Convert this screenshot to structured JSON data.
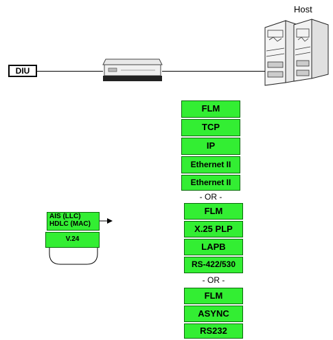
{
  "host": {
    "label": "Host"
  },
  "diu": {
    "label": "DIU"
  },
  "stack1": [
    "FLM",
    "TCP",
    "IP",
    "Ethernet II",
    "Ethernet II"
  ],
  "or_label": "- OR -",
  "stack2": [
    "FLM",
    "X.25 PLP",
    "LAPB",
    "RS-422/530"
  ],
  "stack3": [
    "FLM",
    "ASYNC",
    "RS232"
  ],
  "small_stack": {
    "top_line1": "AIS (LLC)",
    "top_line2": "HDLC (MAC)",
    "bottom": "V.24"
  },
  "colors": {
    "layer_fill": "#33ee33",
    "layer_border": "#0a6a0a"
  }
}
